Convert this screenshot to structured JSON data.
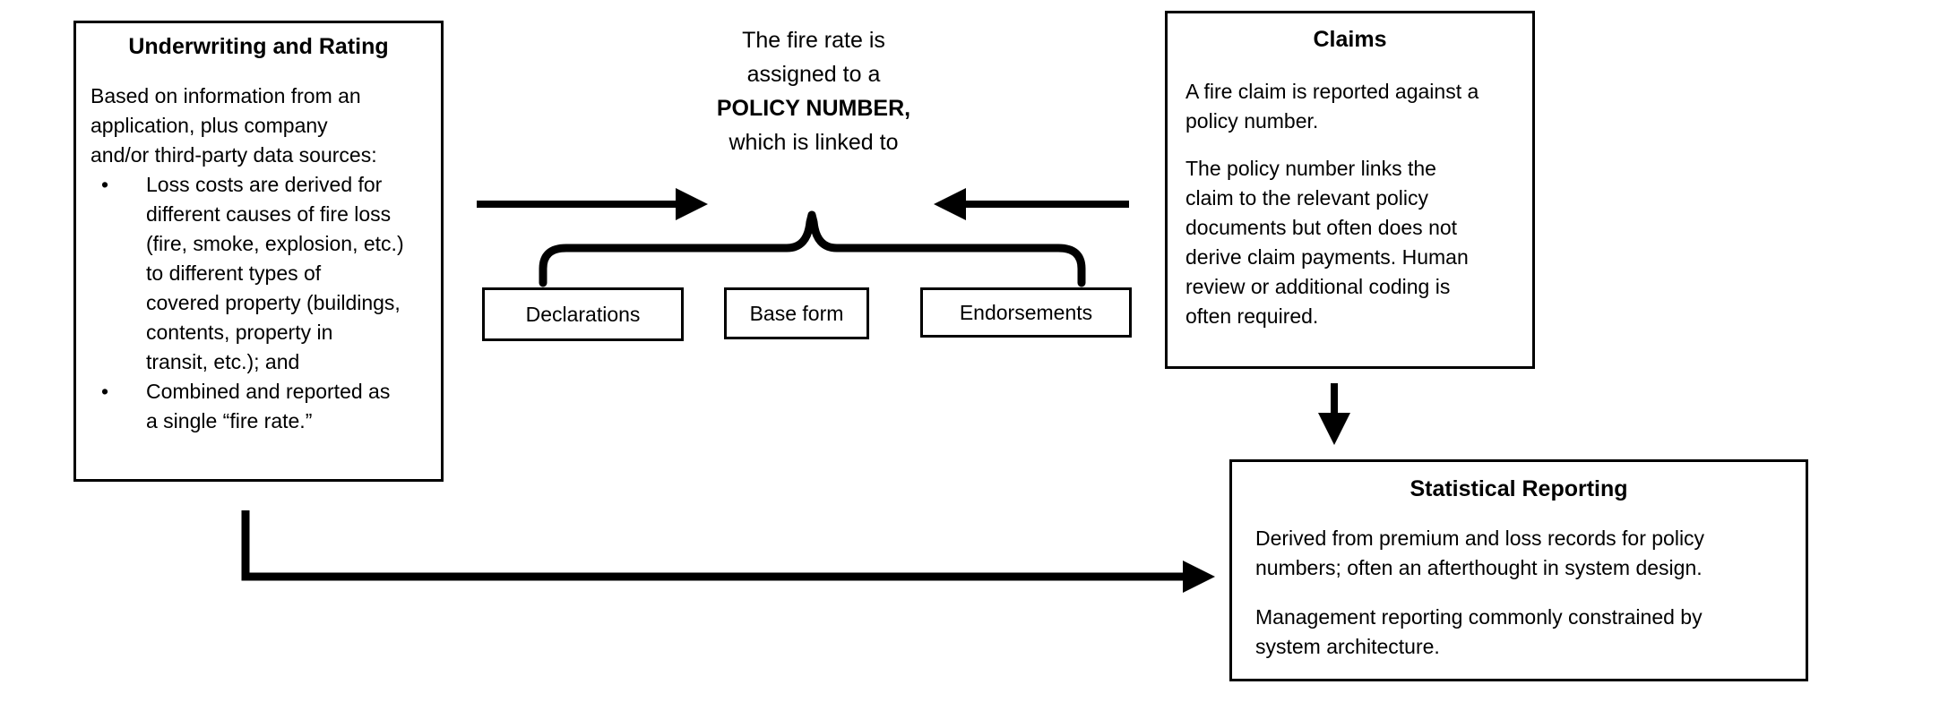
{
  "diagram": {
    "colors": {
      "ink": "#000000",
      "background": "#ffffff"
    },
    "underwriting": {
      "title": "Underwriting and Rating",
      "intro": "Based on information from an\napplication, plus company\nand/or third-party data sources:",
      "bullets": [
        "Loss costs are derived for\ndifferent causes of fire loss\n(fire, smoke, explosion, etc.)\nto different types of\ncovered property (buildings,\ncontents, property in\ntransit, etc.); and",
        "Combined and reported as\na single “fire rate.”"
      ]
    },
    "policy_note": {
      "line1": "The fire rate is",
      "line2": "assigned to a",
      "line3": "POLICY NUMBER,",
      "line4": "which is linked to"
    },
    "documents": [
      {
        "label": "Declarations"
      },
      {
        "label": "Base form"
      },
      {
        "label": "Endorsements"
      }
    ],
    "claims": {
      "title": "Claims",
      "p1": "A fire claim is reported against a\npolicy number.",
      "p2": "The policy number links the\nclaim to the relevant policy\ndocuments but often does not\nderive claim payments. Human\nreview or additional coding is\noften required."
    },
    "statistical": {
      "title": "Statistical Reporting",
      "p1": "Derived from premium and loss records for policy\nnumbers; often an afterthought in system design.",
      "p2": "Management reporting commonly constrained by\nsystem architecture."
    }
  }
}
